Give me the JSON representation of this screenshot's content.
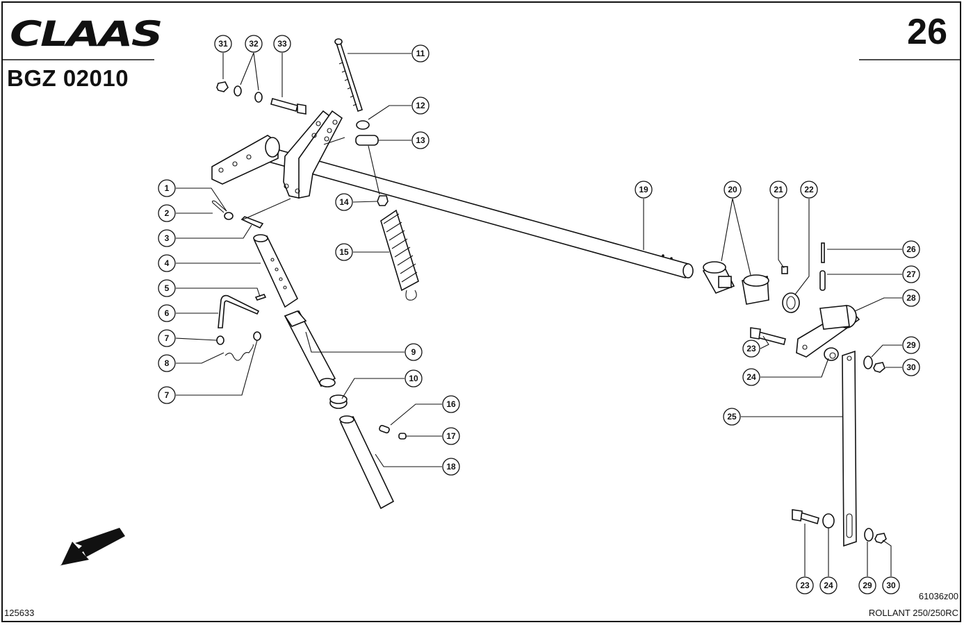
{
  "header": {
    "brand": "CLAAS",
    "doc_code": "BGZ 02010",
    "page_number": "26"
  },
  "footer": {
    "sheet_number": "125633",
    "drawing_id": "61036z00",
    "model": "ROLLANT 250/250RC"
  },
  "callouts": [
    "1",
    "2",
    "3",
    "4",
    "5",
    "6",
    "7",
    "8",
    "7",
    "9",
    "10",
    "11",
    "12",
    "13",
    "14",
    "15",
    "16",
    "17",
    "18",
    "19",
    "20",
    "21",
    "22",
    "23",
    "24",
    "25",
    "26",
    "27",
    "28",
    "29",
    "30",
    "31",
    "32",
    "33",
    "23",
    "24",
    "29",
    "30"
  ],
  "icons": {
    "orientation_arrow": "arrow-down-left-icon"
  }
}
